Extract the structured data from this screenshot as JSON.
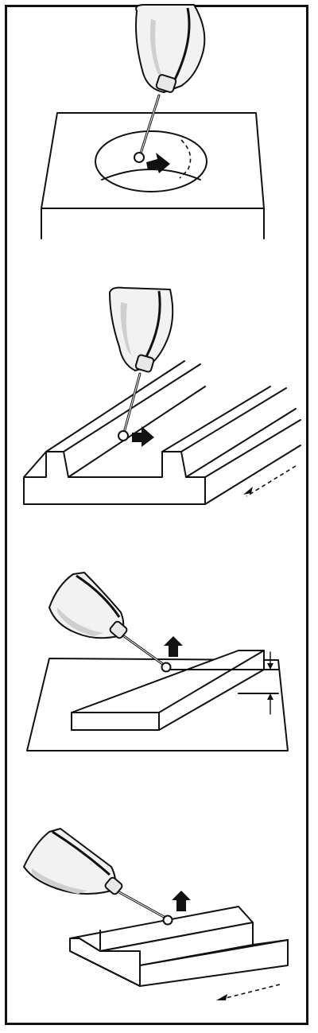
{
  "panels": [
    {
      "id": "bore-probing",
      "motion": "circular"
    },
    {
      "id": "t-slot-probing",
      "motion": "linear"
    },
    {
      "id": "step-height",
      "motion": "vertical"
    },
    {
      "id": "profile-scanning",
      "motion": "linear"
    }
  ],
  "colors": {
    "ink": "#111111",
    "paper": "#ffffff",
    "probe_fill": "#f2f2f2"
  }
}
